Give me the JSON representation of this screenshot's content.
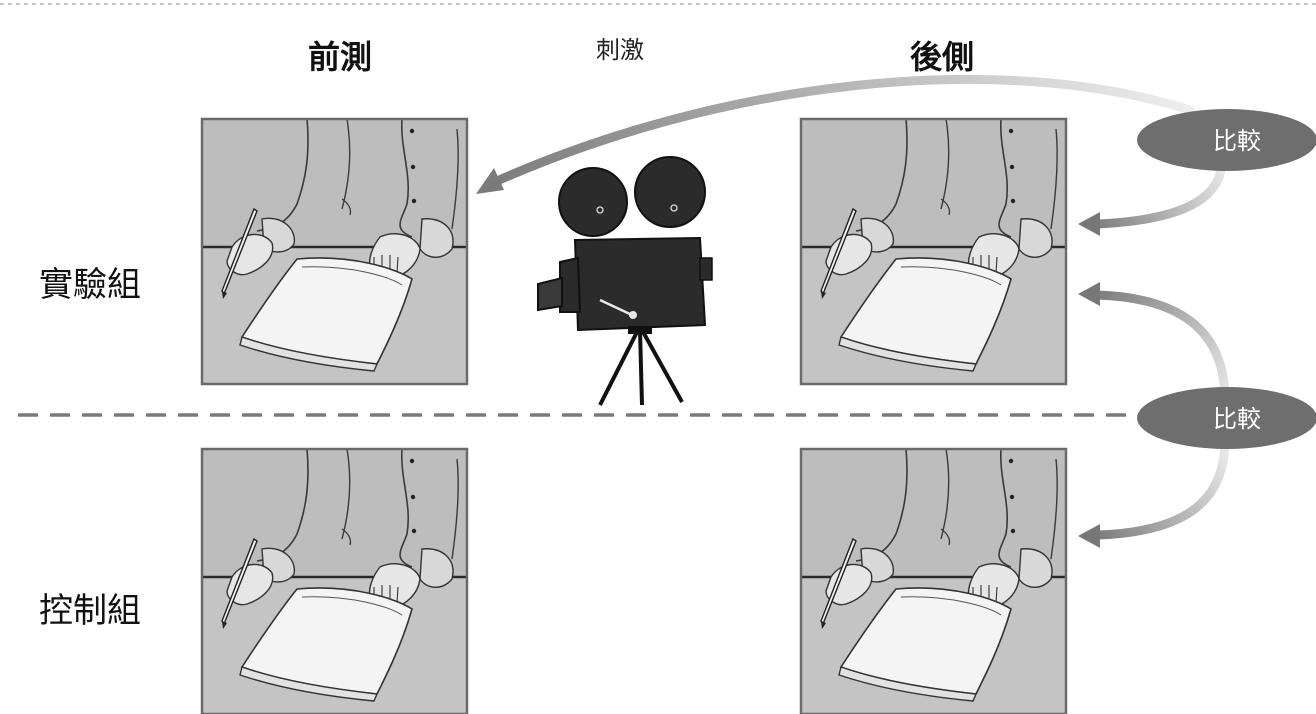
{
  "headings": {
    "pretest": "前測",
    "stimulus": "刺激",
    "posttest": "後側"
  },
  "rows": {
    "experimental": "實驗組",
    "control": "控制組"
  },
  "comparisons": [
    {
      "label": "比較"
    },
    {
      "label": "比較"
    }
  ],
  "panels": [
    {
      "group": "experimental",
      "phase": "pretest",
      "icon": "writing-hands-icon"
    },
    {
      "group": "experimental",
      "phase": "posttest",
      "icon": "writing-hands-icon"
    },
    {
      "group": "control",
      "phase": "pretest",
      "icon": "writing-hands-icon"
    },
    {
      "group": "control",
      "phase": "posttest",
      "icon": "writing-hands-icon"
    }
  ],
  "stimulus_icon": "movie-camera-icon",
  "colors": {
    "panel_bg": "#bdbdbd",
    "panel_border": "#6a6a6a",
    "badge_fill": "#6e6e6e",
    "arrow_dark": "#7a7a7a",
    "arrow_light": "#e6e6e6",
    "divider": "#7a7a7a"
  }
}
